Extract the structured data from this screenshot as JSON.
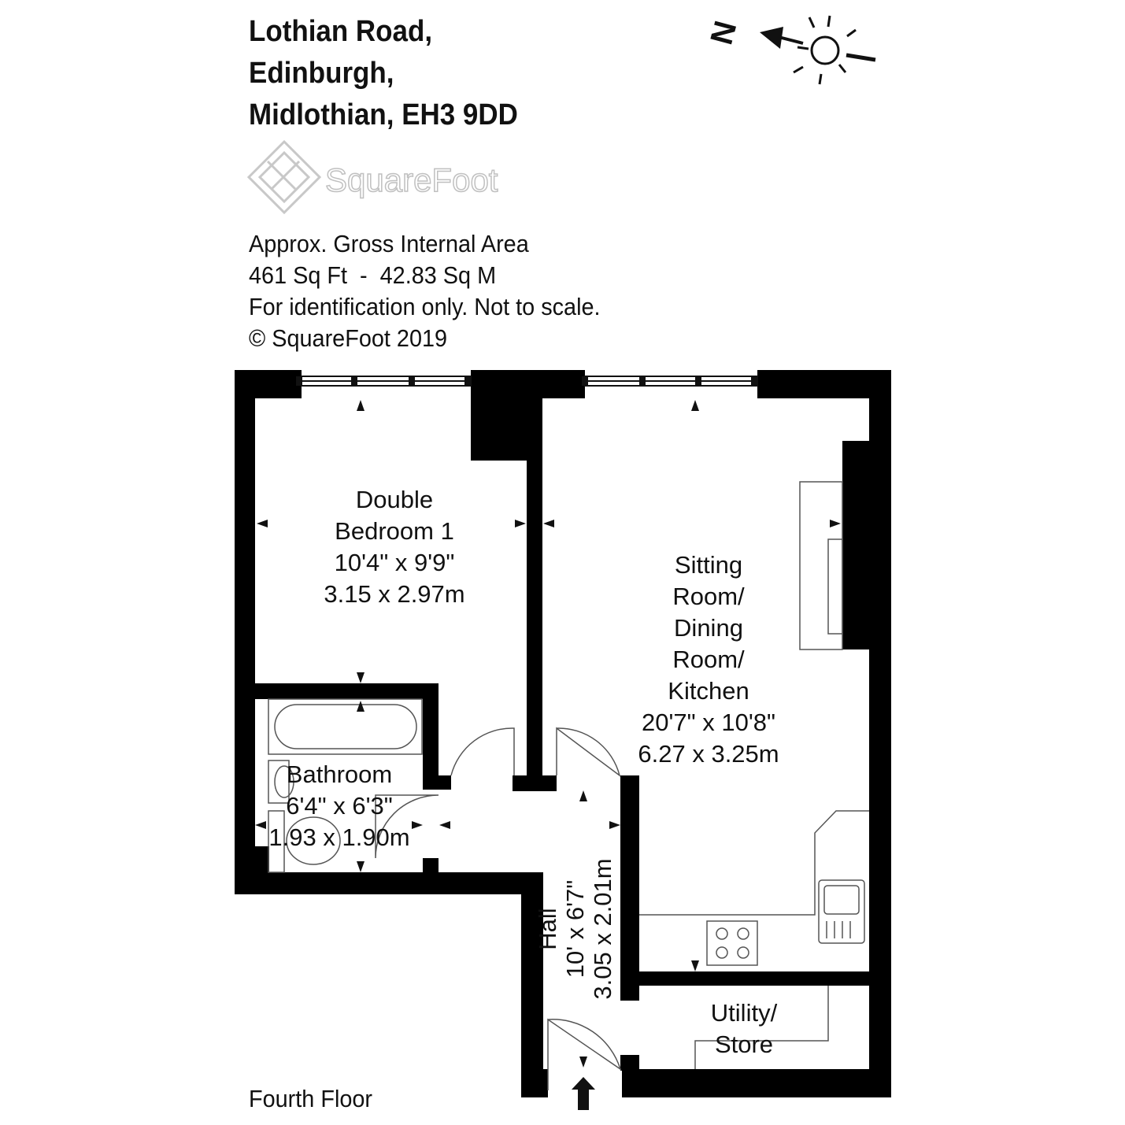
{
  "header": {
    "line1": "Lothian Road,",
    "line2": "Edinburgh,",
    "line3": "Midlothian, EH3 9DD"
  },
  "compass": {
    "letter": "N"
  },
  "logo": {
    "name": "SquareFoot"
  },
  "info": {
    "line1": "Approx. Gross Internal Area",
    "line2": "461 Sq Ft  -  42.83 Sq M",
    "line3": "For identification only. Not to scale.",
    "line4": "© SquareFoot 2019"
  },
  "rooms": {
    "bedroom": {
      "name1": "Double",
      "name2": "Bedroom 1",
      "imperial": "10'4\" x 9'9\"",
      "metric": "3.15 x 2.97m"
    },
    "sitting": {
      "name1": "Sitting",
      "name2": "Room/",
      "name3": "Dining",
      "name4": "Room/",
      "name5": "Kitchen",
      "imperial": "20'7\" x 10'8\"",
      "metric": "6.27 x 3.25m"
    },
    "bathroom": {
      "name": "Bathroom",
      "imperial": "6'4\" x 6'3\"",
      "metric": "1.93 x 1.90m"
    },
    "hall": {
      "name": "Hall",
      "imperial": "10' x 6'7\"",
      "metric": "3.05 x 2.01m"
    },
    "utility": {
      "name1": "Utility/",
      "name2": "Store"
    }
  },
  "floor_label": "Fourth Floor",
  "colors": {
    "wall": "#000000",
    "fixture": "#555555",
    "logo": "#c8c8c8"
  }
}
